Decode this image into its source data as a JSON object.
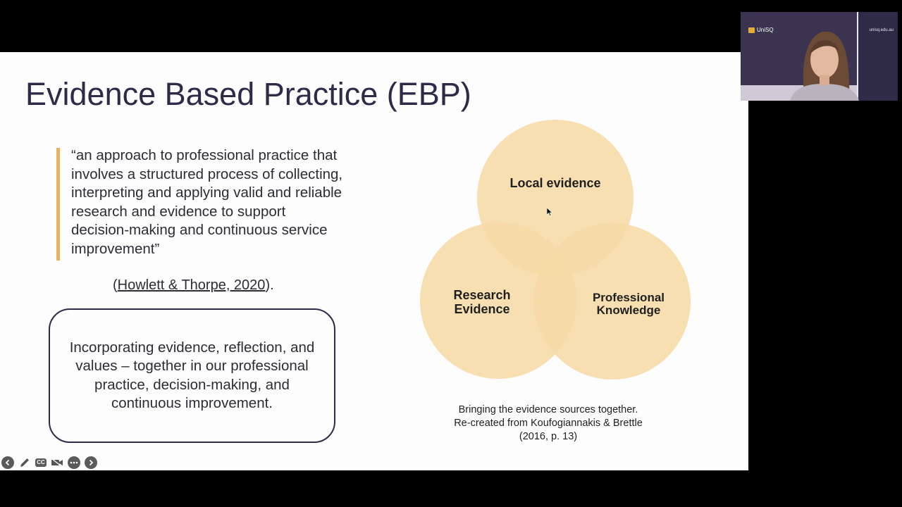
{
  "slide": {
    "title": "Evidence Based Practice (EBP)",
    "quote": "“an approach to professional practice that involves a structured process of collecting, interpreting and applying valid and reliable research and evidence to support decision-making and continuous service improvement”",
    "citation_open": "(",
    "citation_link": "Howlett & Thorpe, 2020",
    "citation_close": ").",
    "summary": "Incorporating evidence, reflection, and values – together in our professional practice, decision-making, and continuous improvement."
  },
  "venn": {
    "circles": [
      "Local evidence",
      "Research Evidence",
      "Professional Knowledge"
    ],
    "label_local": "Local evidence",
    "label_research_1": "Research",
    "label_research_2": "Evidence",
    "label_professional_1": "Professional",
    "label_professional_2": "Knowledge",
    "fill_color": "#f6d9a5",
    "caption_line1": "Bringing the evidence sources together.",
    "caption_line2": "Re-created from Koufogiannakis & Brettle",
    "caption_line3": "(2016, p. 13)"
  },
  "toolbar": {
    "items": [
      "previous-slide",
      "pen-tool",
      "captions",
      "camera-off",
      "more-options",
      "next-slide"
    ],
    "cc_label": "CC"
  },
  "webcam": {
    "brand": "UniSQ",
    "url": "unisq.edu.au"
  },
  "colors": {
    "title": "#2d2b48",
    "accent_bar": "#e8b25f",
    "venn_fill": "#f6d9a5",
    "box_border": "#2d2b48"
  }
}
